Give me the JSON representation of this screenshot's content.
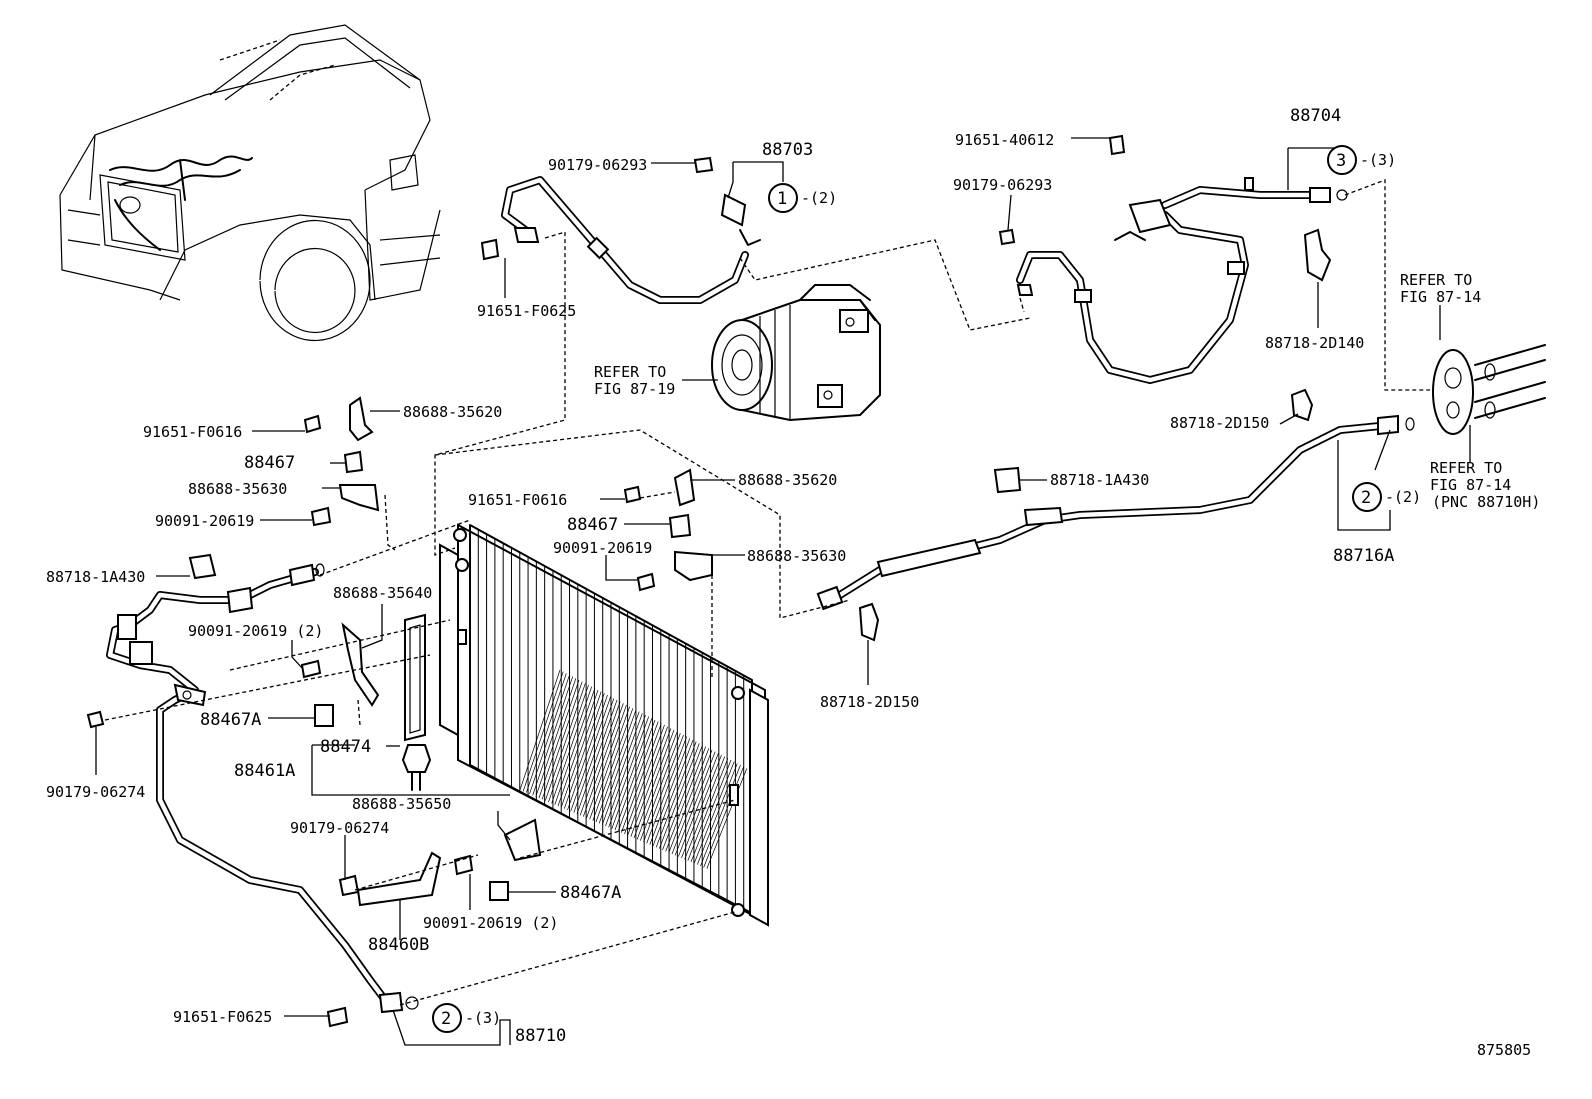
{
  "figure_number": "875805",
  "callouts": {
    "c1": "1",
    "c2a": "2",
    "c2b": "2",
    "c3": "3",
    "c1_qty": "-(2)",
    "c2a_qty": "-(2)",
    "c2b_qty": "-(3)",
    "c3_qty": "-(3)"
  },
  "labels": {
    "p88703": "88703",
    "p90179_06293_a": "90179-06293",
    "p91651_f0625_top": "91651-F0625",
    "refer_87_19_l1": "REFER TO",
    "refer_87_19_l2": "FIG 87-19",
    "p91651_40612": "91651-40612",
    "p90179_06293_b": "90179-06293",
    "p88704": "88704",
    "p88718_2d140": "88718-2D140",
    "refer_87_14a_l1": "REFER TO",
    "refer_87_14a_l2": "FIG 87-14",
    "refer_87_14b_l1": "REFER TO",
    "refer_87_14b_l2": "FIG 87-14",
    "refer_87_14b_l3": "(PNC 88710H)",
    "p88716a": "88716A",
    "p88718_2d150_a": "88718-2D150",
    "p88718_1a430_r": "88718-1A430",
    "p88718_2d150_b": "88718-2D150",
    "p91651_f0616_l": "91651-F0616",
    "p88688_35620_l": "88688-35620",
    "p88467_l": "88467",
    "p88688_35630_l": "88688-35630",
    "p90091_20619_l": "90091-20619",
    "p88718_1a430_l": "88718-1A430",
    "p91651_f0616_m": "91651-F0616",
    "p88688_35620_m": "88688-35620",
    "p88467_m": "88467",
    "p90091_20619_m": "90091-20619",
    "p88688_35630_m": "88688-35630",
    "p88688_35640": "88688-35640",
    "p90091_20619_2a": "90091-20619 (2)",
    "p88467a_l": "88467A",
    "p88474": "88474",
    "p88461a": "88461A",
    "p90179_06274_l": "90179-06274",
    "p88688_35650": "88688-35650",
    "p90179_06274_m": "90179-06274",
    "p88467a_r": "88467A",
    "p90091_20619_2b": "90091-20619 (2)",
    "p88460b": "88460B",
    "p91651_f0625_bot": "91651-F0625",
    "p88710": "88710"
  }
}
